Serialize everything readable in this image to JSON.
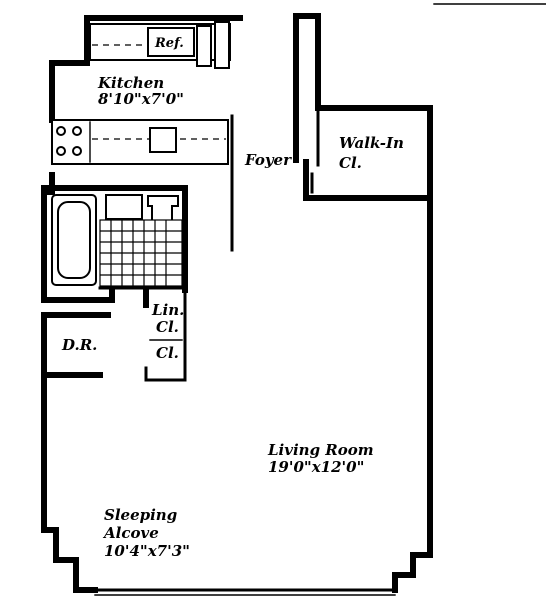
{
  "rooms": {
    "kitchen": {
      "name": "Kitchen",
      "dims": "8'10\"x7'0\""
    },
    "refrigerator": {
      "name": "Ref."
    },
    "foyer": {
      "name": "Foyer"
    },
    "walk_in_closet": {
      "line1": "Walk-In",
      "line2": "Cl."
    },
    "linen_closet": {
      "line1": "Lin.",
      "line2": "Cl."
    },
    "closet": {
      "name": "Cl."
    },
    "dining": {
      "name": "D.R."
    },
    "living_room": {
      "name": "Living Room",
      "dims": "19'0\"x12'0\""
    },
    "sleeping_alcove": {
      "line1": "Sleeping",
      "line2": "Alcove",
      "dims": "10'4\"x7'3\""
    }
  }
}
